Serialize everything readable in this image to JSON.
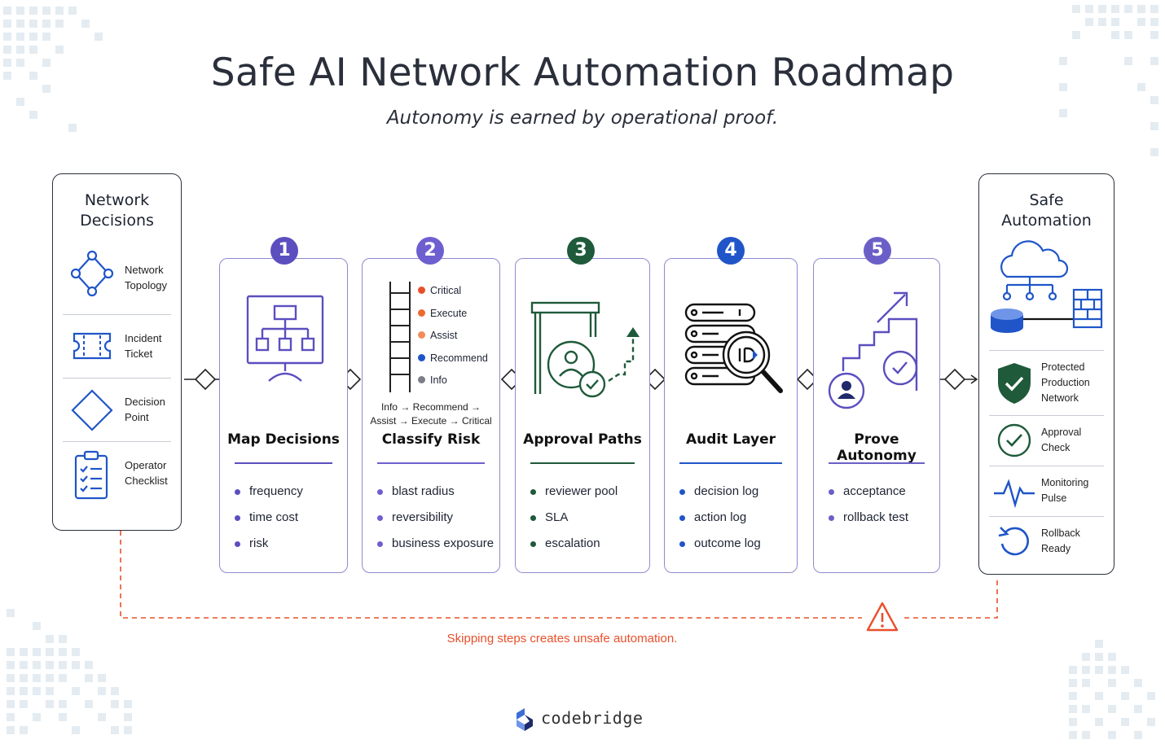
{
  "header": {
    "title": "Safe AI Network Automation Roadmap",
    "subtitle": "Autonomy is earned by operational proof."
  },
  "left_panel": {
    "title_line1": "Network",
    "title_line2": "Decisions",
    "items": [
      {
        "icon": "network-topology-icon",
        "line1": "Network",
        "line2": "Topology"
      },
      {
        "icon": "incident-ticket-icon",
        "line1": "Incident",
        "line2": "Ticket"
      },
      {
        "icon": "decision-point-icon",
        "line1": "Decision",
        "line2": "Point"
      },
      {
        "icon": "operator-checklist-icon",
        "line1": "Operator",
        "line2": "Checklist"
      }
    ]
  },
  "steps": [
    {
      "number": "1",
      "title": "Map Decisions",
      "badge_color": "#5b4fbf",
      "dot_color": "#5b4fbf",
      "bullets": [
        "frequency",
        "time cost",
        "risk"
      ]
    },
    {
      "number": "2",
      "title": "Classify Risk",
      "badge_color": "#6e5fd0",
      "dot_color": "#6e5fd0",
      "bullets": [
        "blast radius",
        "reversibility",
        "business exposure"
      ],
      "levels": [
        {
          "label": "Critical",
          "color": "#e8502b"
        },
        {
          "label": "Execute",
          "color": "#ee6a2f"
        },
        {
          "label": "Assist",
          "color": "#f28d5b"
        },
        {
          "label": "Recommend",
          "color": "#1f55c8"
        },
        {
          "label": "Info",
          "color": "#7a7f88"
        }
      ],
      "flow_line1": "Info → Recommend →",
      "flow_line2": "Assist → Execute → Critical"
    },
    {
      "number": "3",
      "title": "Approval Paths",
      "badge_color": "#1f5a3a",
      "dot_color": "#1f5a3a",
      "bullets": [
        "reviewer pool",
        "SLA",
        "escalation"
      ]
    },
    {
      "number": "4",
      "title": "Audit Layer",
      "badge_color": "#1f55c8",
      "dot_color": "#1f55c8",
      "bullets": [
        "decision log",
        "action log",
        "outcome log"
      ]
    },
    {
      "number": "5",
      "title": "Prove Autonomy",
      "badge_color": "#6b5fc7",
      "dot_color": "#6b5fc7",
      "bullets": [
        "acceptance",
        "rollback test"
      ]
    }
  ],
  "right_panel": {
    "title_line1": "Safe",
    "title_line2": "Automation",
    "items": [
      {
        "icon": "shield-check-icon",
        "line1": "Protected",
        "line2": "Production",
        "line3": "Network"
      },
      {
        "icon": "approval-check-icon",
        "line1": "Approval",
        "line2": "Check"
      },
      {
        "icon": "monitoring-pulse-icon",
        "line1": "Monitoring",
        "line2": "Pulse"
      },
      {
        "icon": "rollback-icon",
        "line1": "Rollback",
        "line2": "Ready"
      }
    ]
  },
  "warning": {
    "text": "Skipping steps creates unsafe automation.",
    "color": "#e8502b"
  },
  "brand": {
    "name": "codebridge"
  }
}
